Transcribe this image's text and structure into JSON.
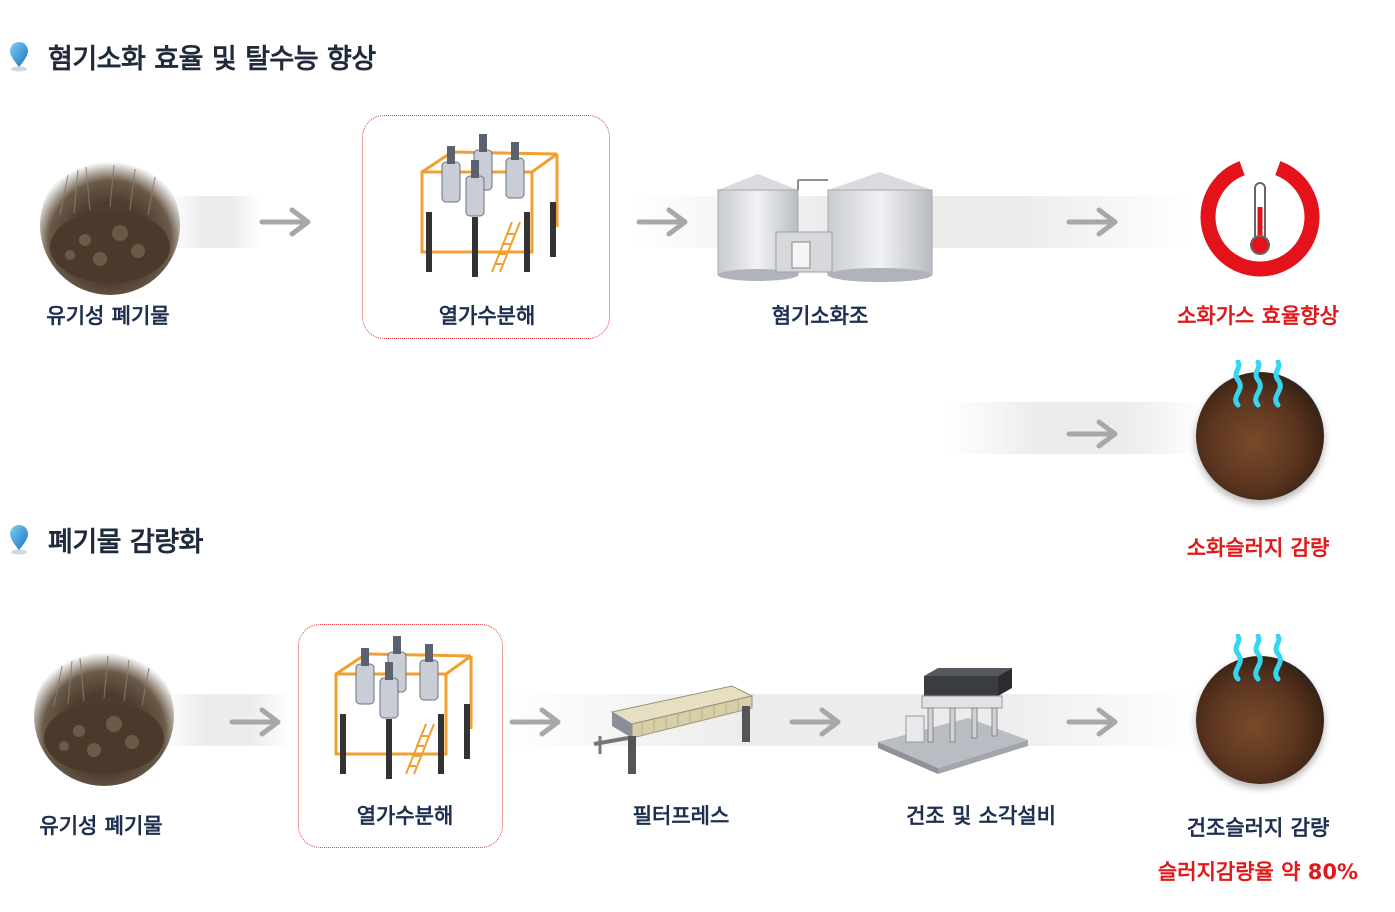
{
  "section1": {
    "title": "혐기소화 효율 및 탈수능 향상",
    "labels": {
      "organic_waste": "유기성 폐기물",
      "thermal_hydrolysis": "열가수분해",
      "digester": "혐기소화조",
      "gas_efficiency": "소화가스 효율향상",
      "sludge_reduction": "소화슬러지 감량"
    }
  },
  "section2": {
    "title": "폐기물 감량화",
    "labels": {
      "organic_waste": "유기성 폐기물",
      "thermal_hydrolysis": "열가수분해",
      "filter_press": "필터프레스",
      "dryer_incinerator": "건조 및 소각설비",
      "dry_sludge_reduction": "건조슬러지 감량",
      "reduction_rate": "슬러지감량율 약 80%"
    }
  },
  "colors": {
    "accent_red": "#e01a1a",
    "title_navy": "#1e3050",
    "arrow_gray": "#a8a8a8",
    "steam_cyan": "#35d6f0"
  }
}
